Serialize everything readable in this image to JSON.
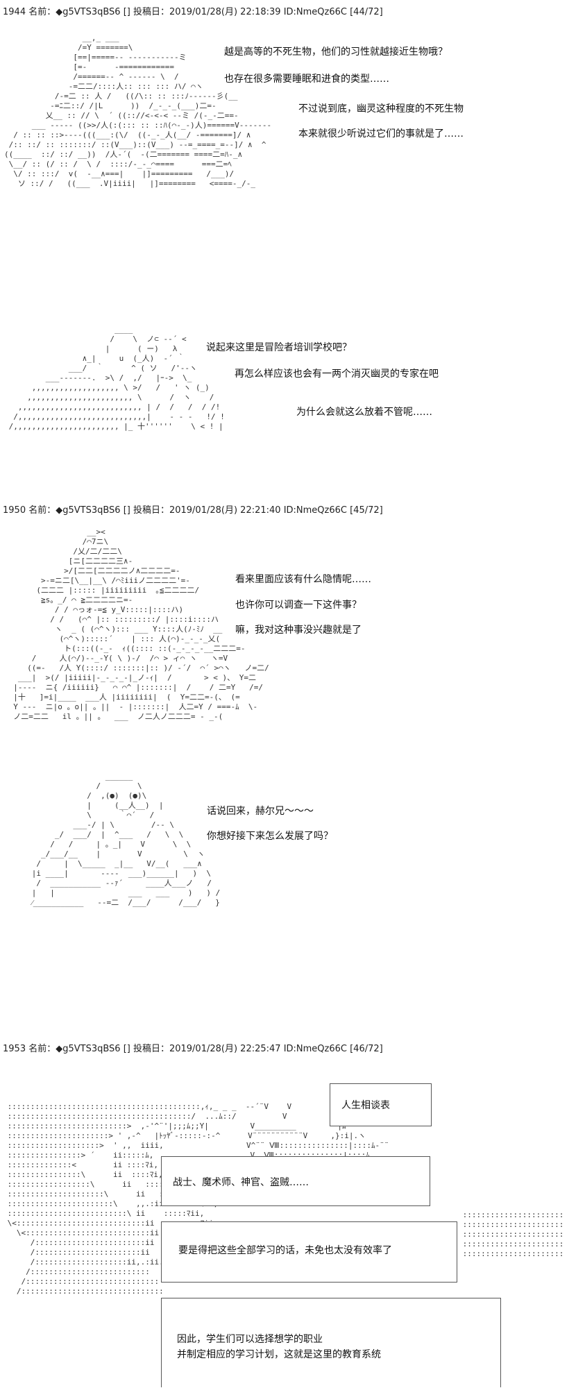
{
  "posts": [
    {
      "header": "1944 名前：◆g5VTS3qBS6 [] 投稿日：2019/01/28(月) 22:18:39 ID:NmeQz66C [44/72]",
      "lines": [
        "越是高等的不死生物，他们的习性就越接近生物哦？",
        "也存在很多需要睡眠和进食的类型……",
        "不过说到底，幽灵这种程度的不死生物",
        "本来就很少听说过它们的事就是了……",
        "说起来这里是冒险者培训学校吧？",
        "再怎么样应该也会有一两个消灭幽灵的专家在吧",
        "为什么会就这么放着不管呢……"
      ]
    },
    {
      "header": "1950 名前：◆g5VTS3qBS6 [] 投稿日：2019/01/28(月) 22:21:40 ID:NmeQz66C [45/72]",
      "lines": [
        "看来里面应该有什么隐情呢……",
        "也许你可以调查一下这件事？",
        "嘛，我对这种事没兴趣就是了",
        "话说回来，赫尔兄～～～",
        "你想好接下来怎么发展了吗？"
      ]
    },
    {
      "header": "1953 名前：◆g5VTS3qBS6 [] 投稿日：2019/01/28(月) 22:25:47 ID:NmeQz66C [46/72]",
      "boxes": [
        "人生相谈表",
        "战士、魔术师、神官、盗贼……",
        "要是得把这些全部学习的话，未免也太没有效率了",
        "因此，学生们可以选择想学的职业",
        "并制定相应的学习计划，这就是这里的教育系统"
      ]
    }
  ]
}
